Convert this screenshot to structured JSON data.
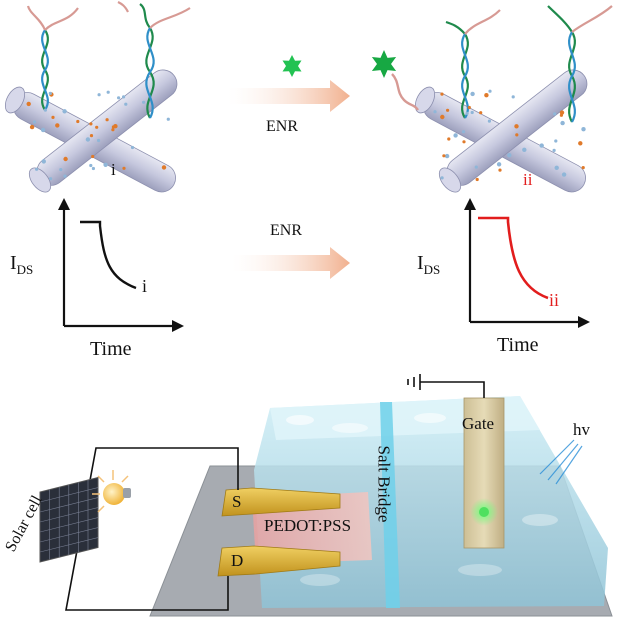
{
  "top_panel": {
    "state_i_label": "i",
    "state_ii_label": "ii",
    "arrow_label": "ENR"
  },
  "middle_panel": {
    "ylabel_main": "I",
    "ylabel_sub": "DS",
    "xlabel": "Time",
    "curve_i_label": "i",
    "curve_ii_label": "ii",
    "arrow_label": "ENR"
  },
  "device": {
    "source_label": "S",
    "drain_label": "D",
    "channel_label": "PEDOT:PSS",
    "salt_bridge_label": "Salt Bridge",
    "gate_label": "Gate",
    "light_label": "hv",
    "solar_cell_label": "Solar cell"
  },
  "colors": {
    "dna_green": "#1f8a4c",
    "dna_blue": "#2f8fc8",
    "dna_pink": "#d79a94",
    "nanotube": "#c9cbe0",
    "target_star": "#1cb84a",
    "arrow_fill": "#f3b89a",
    "curve_ii": "#e21d1d",
    "electrode_gold": "#d6a92a",
    "electrolyte": "#bfe4ef",
    "substrate": "#9aa0a6"
  }
}
